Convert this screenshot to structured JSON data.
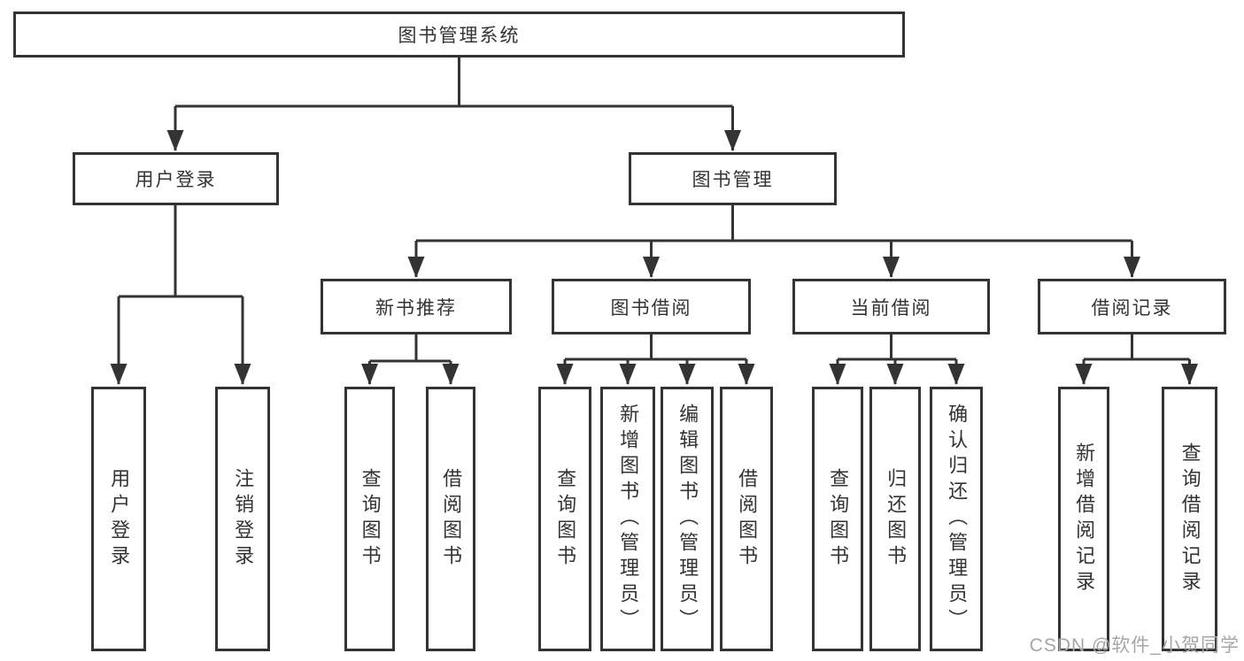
{
  "tree": {
    "root": {
      "label": "图书管理系统"
    },
    "user_login": {
      "label": "用户登录",
      "children": {
        "login": {
          "label": "用户登录"
        },
        "logout": {
          "label": "注销登录"
        }
      }
    },
    "book_management": {
      "label": "图书管理",
      "children": {
        "new_book_recommend": {
          "label": "新书推荐",
          "children": {
            "query_books": {
              "label": "查询图书"
            },
            "borrow_books": {
              "label": "借阅图书"
            }
          }
        },
        "book_borrowing": {
          "label": "图书借阅",
          "children": {
            "query_books": {
              "label": "查询图书"
            },
            "add_books": {
              "label": "新增图书（管理员）"
            },
            "edit_books": {
              "label": "编辑图书（管理员）"
            },
            "borrow_books": {
              "label": "借阅图书"
            }
          }
        },
        "current_borrowing": {
          "label": "当前借阅",
          "children": {
            "query_books": {
              "label": "查询图书"
            },
            "return_books": {
              "label": "归还图书"
            },
            "confirm_return": {
              "label": "确认归还（管理员）"
            }
          }
        },
        "borrowing_records": {
          "label": "借阅记录",
          "children": {
            "add_borrow_record": {
              "label": "新增借阅记录"
            },
            "query_borrow_record": {
              "label": "查询借阅记录"
            }
          }
        }
      }
    }
  },
  "watermark": "CSDN @软件_小贺同学",
  "colors": {
    "line": "#333333",
    "text": "#333333",
    "box_bg": "#ffffff",
    "background": "#ffffff",
    "watermark": "#a6a6a6"
  }
}
